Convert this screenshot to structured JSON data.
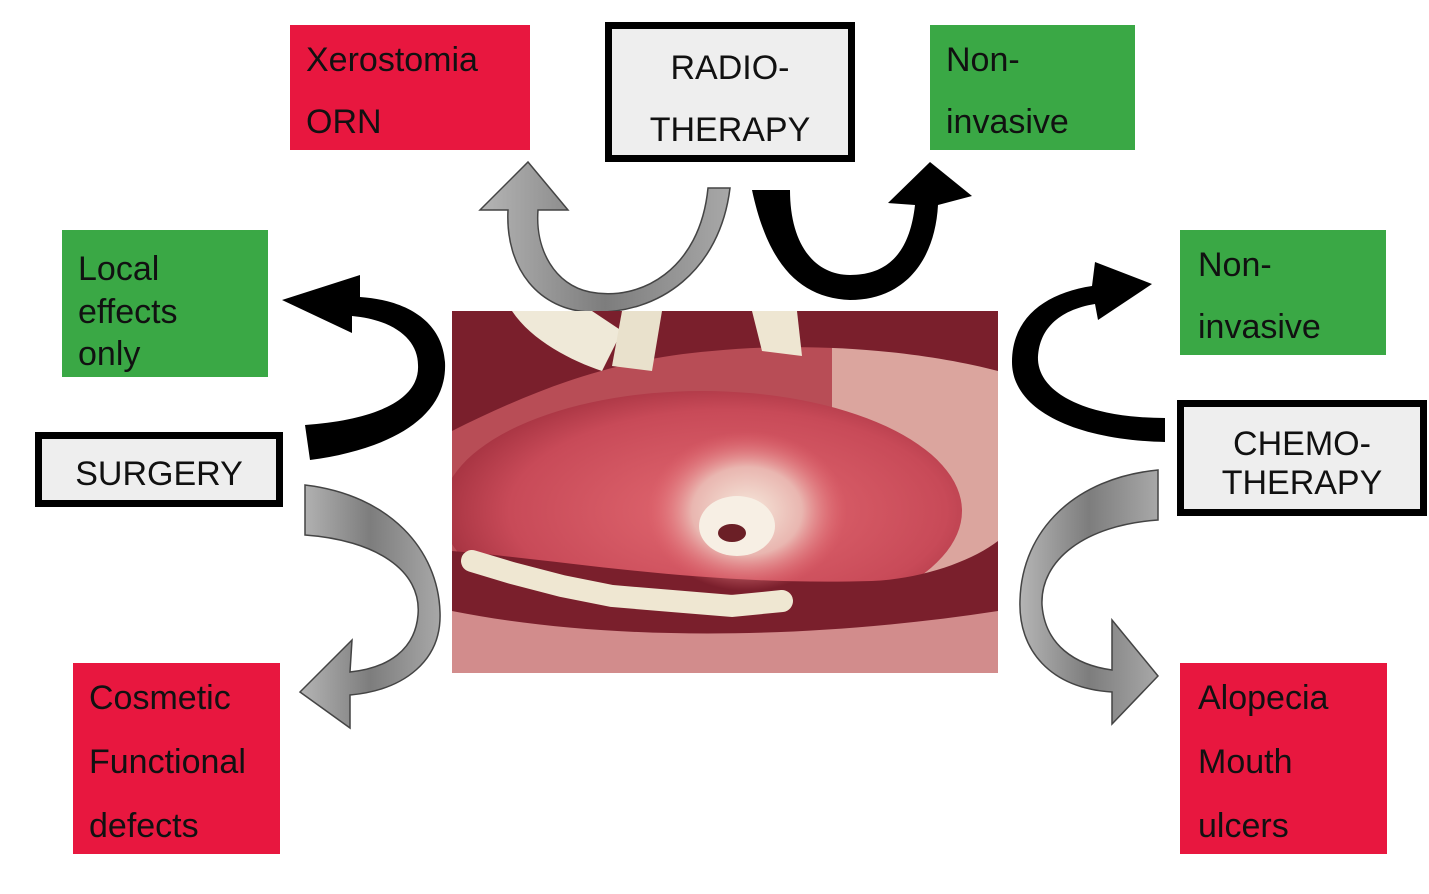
{
  "treatments": {
    "radiotherapy": [
      "RADIO-",
      "THERAPY"
    ],
    "surgery": [
      "SURGERY"
    ],
    "chemotherapy": [
      "CHEMO-",
      "THERAPY"
    ]
  },
  "effects": {
    "radio_negative": [
      "Xerostomia",
      "ORN"
    ],
    "radio_positive": [
      "Non-",
      "invasive"
    ],
    "surgery_positive": [
      "Local",
      "effects",
      "only"
    ],
    "surgery_negative": [
      "Cosmetic",
      "Functional",
      "defects"
    ],
    "chemo_positive": [
      "Non-",
      "invasive"
    ],
    "chemo_negative": [
      "Alopecia",
      "Mouth",
      "ulcers"
    ]
  },
  "colors": {
    "negative": "#e8173f",
    "positive": "#3aa845",
    "treatment_bg": "#eeeeee",
    "arrow_positive": "#000000",
    "arrow_negative": "#8a8a8a"
  },
  "image": {
    "name": "oral-tongue-lesion-photo"
  }
}
